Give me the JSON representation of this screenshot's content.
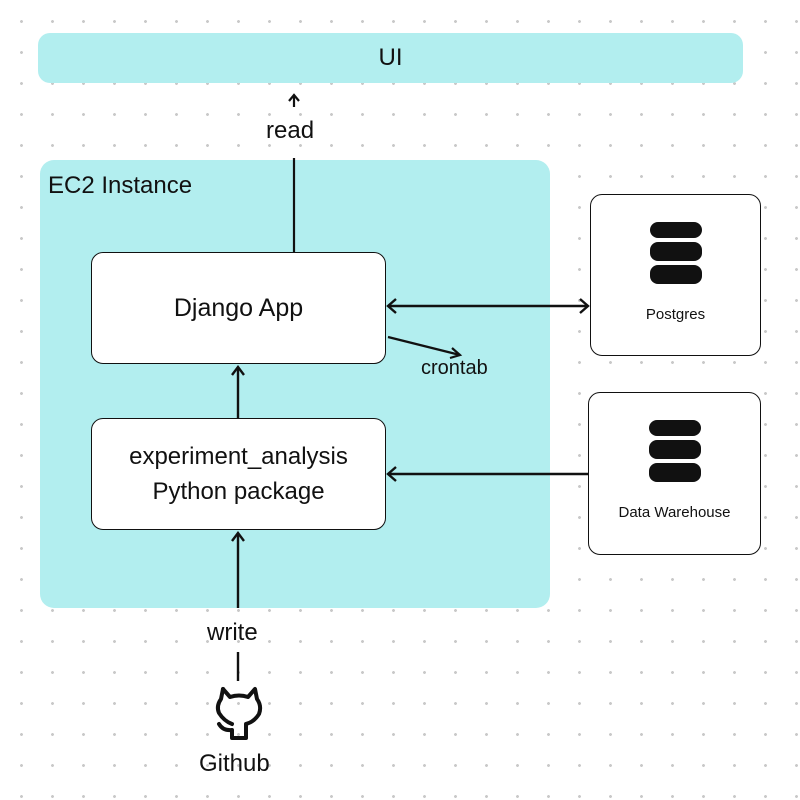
{
  "diagram": {
    "ui_label": "UI",
    "ec2_label": "EC2 Instance",
    "django_label": "Django App",
    "package_line1": "experiment_analysis",
    "package_line2": "Python package",
    "postgres_label": "Postgres",
    "warehouse_label": "Data Warehouse",
    "read_label": "read",
    "crontab_label": "crontab",
    "write_label": "write",
    "github_label": "Github"
  },
  "icons": {
    "database": "database-icon",
    "github": "github-icon"
  },
  "colors": {
    "container_fill": "#b2eeef",
    "box_fill": "#ffffff",
    "stroke": "#111111"
  }
}
